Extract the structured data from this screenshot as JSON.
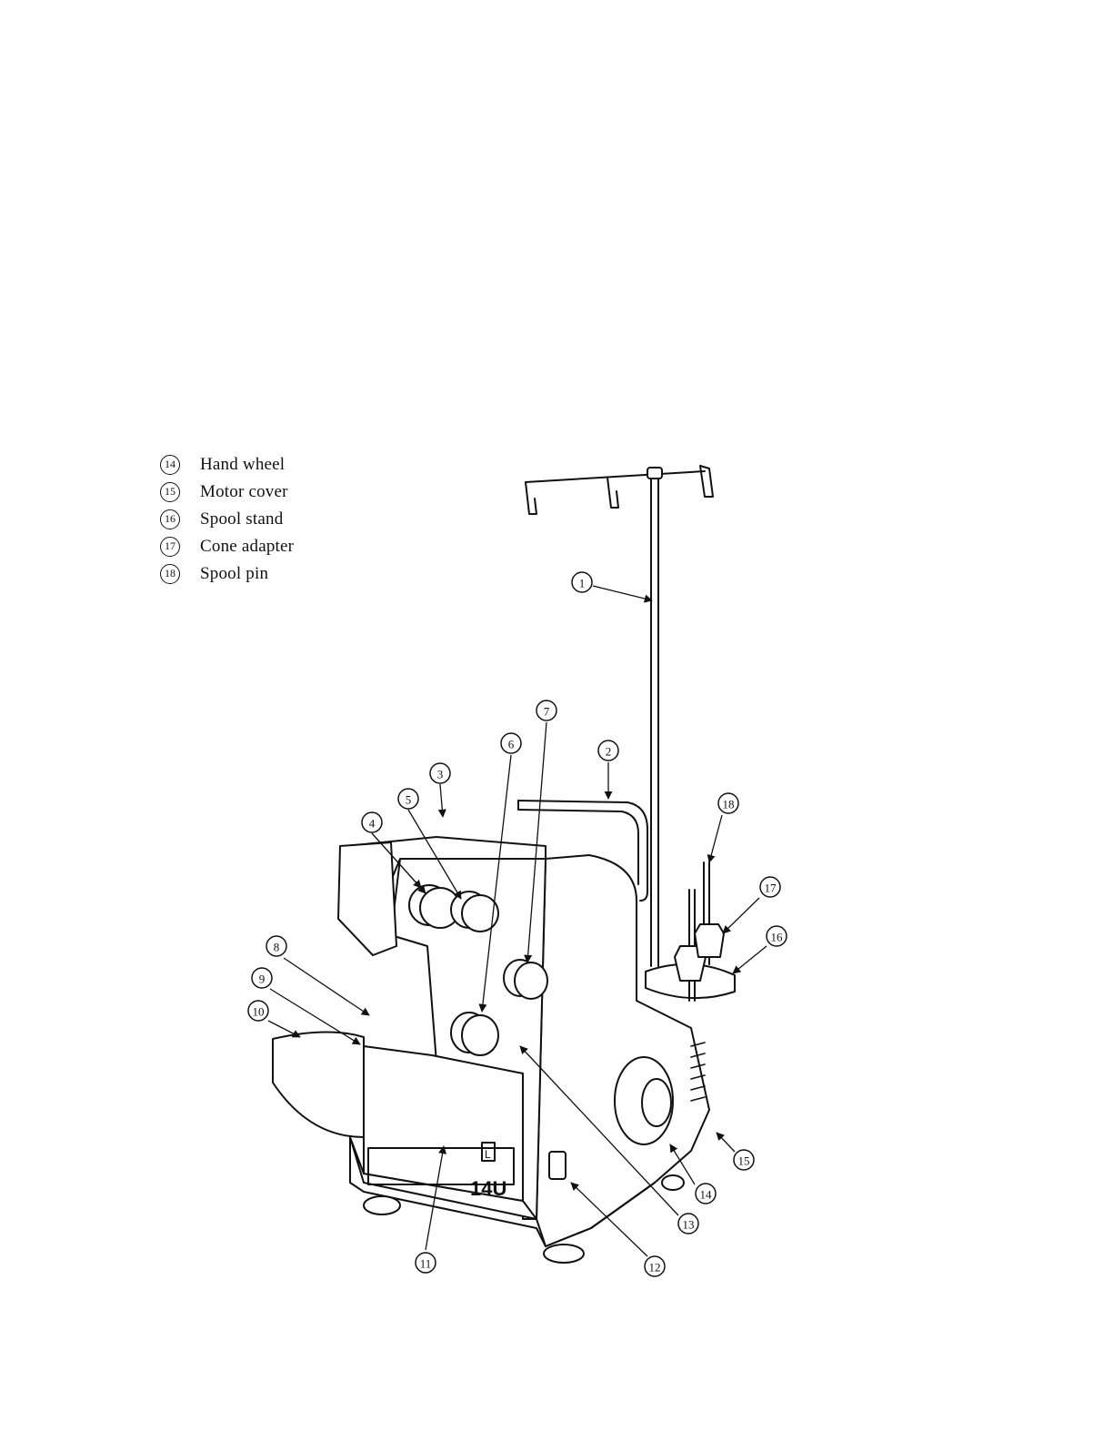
{
  "legend": [
    {
      "num": "14",
      "label": "Hand wheel"
    },
    {
      "num": "15",
      "label": "Motor cover"
    },
    {
      "num": "16",
      "label": "Spool stand"
    },
    {
      "num": "17",
      "label": "Cone adapter"
    },
    {
      "num": "18",
      "label": "Spool pin"
    }
  ],
  "callouts": [
    "1",
    "2",
    "3",
    "4",
    "5",
    "6",
    "7",
    "8",
    "9",
    "10",
    "11",
    "12",
    "13",
    "14",
    "15",
    "16",
    "17",
    "18"
  ],
  "machine": {
    "model_label": "14U",
    "panel_glyph": "L"
  }
}
